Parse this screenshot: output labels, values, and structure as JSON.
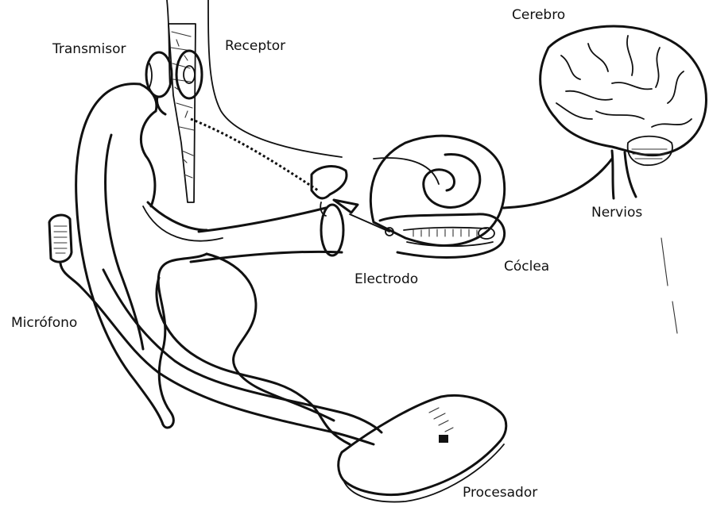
{
  "labels": {
    "transmisor": "Transmisor",
    "receptor": "Receptor",
    "cerebro": "Cerebro",
    "nervios": "Nervios",
    "coclea": "Cóclea",
    "electrodo": "Electrodo",
    "microfono": "Micrófono",
    "procesador": "Procesador"
  }
}
